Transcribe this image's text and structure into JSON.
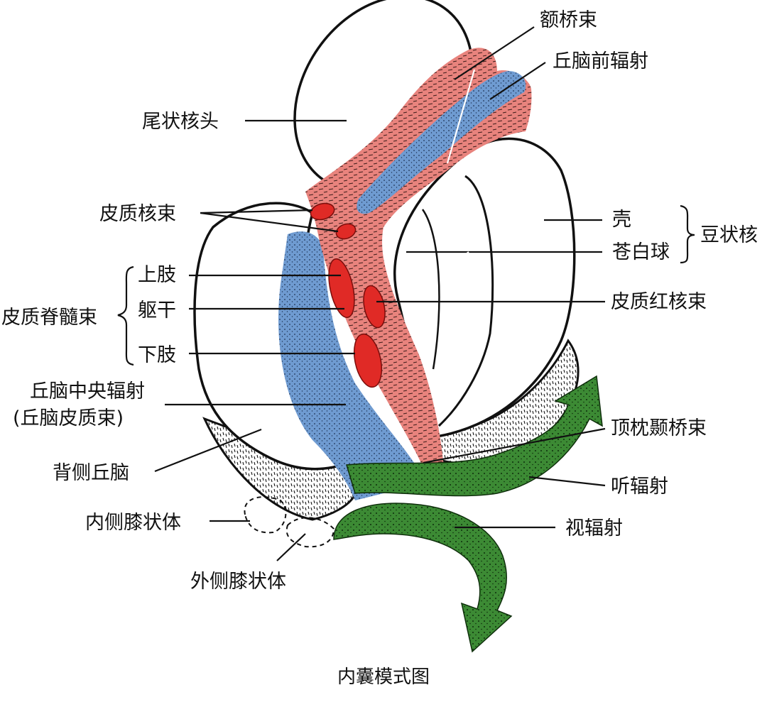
{
  "caption": "内囊模式图",
  "colors": {
    "background": "#ffffff",
    "anterior_limb_fibers": "#e8837d",
    "thalamic_radiation": "#6f9bd1",
    "corticospinal_tracts": "#e02a26",
    "auditory_visual_radiation": "#3c8a34"
  },
  "labels": {
    "frontopontine": "额桥束",
    "anterior_thalamic_radiation": "丘脑前辐射",
    "caudate_head": "尾状核头",
    "corticonuclear": "皮质核束",
    "putamen": "壳",
    "globus_pallidus": "苍白球",
    "lentiform": "豆状核",
    "upper_limb": "上肢",
    "trunk": "躯干",
    "lower_limb": "下肢",
    "corticospinal": "皮质脊髓束",
    "corticorubral": "皮质红核束",
    "central_thalamic_radiation_1": "丘脑中央辐射",
    "central_thalamic_radiation_2": "(丘脑皮质束)",
    "parieto_occipito_temporopontine": "顶枕颞桥束",
    "dorsal_thalamus": "背侧丘脑",
    "auditory_radiation": "听辐射",
    "medial_geniculate": "内侧膝状体",
    "optic_radiation": "视辐射",
    "lateral_geniculate": "外侧膝状体"
  }
}
